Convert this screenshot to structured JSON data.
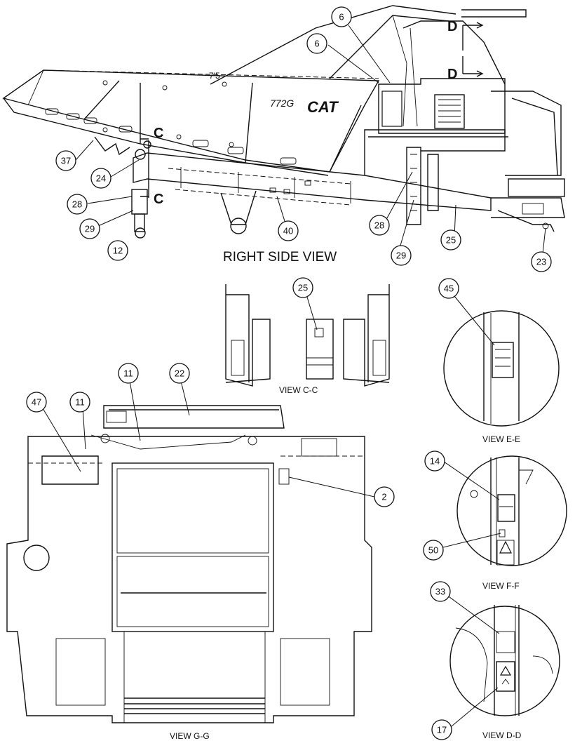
{
  "views": {
    "right_side": "RIGHT SIDE VIEW",
    "c_c": "VIEW C-C",
    "e_e": "VIEW E-E",
    "f_f": "VIEW F-F",
    "g_g": "VIEW G-G",
    "d_d": "VIEW D-D"
  },
  "truck": {
    "model": "772G",
    "brand": "CAT",
    "body_mark": "7'5"
  },
  "section_marks": {
    "c_upper": "C",
    "c_lower": "C",
    "d_upper": "D",
    "d_lower": "D"
  },
  "callouts": {
    "right_side": [
      "6",
      "6",
      "37",
      "24",
      "28",
      "29",
      "12",
      "40",
      "28",
      "29",
      "25",
      "23"
    ],
    "c_c": [
      "25"
    ],
    "e_e": [
      "45"
    ],
    "g_g": [
      "47",
      "11",
      "11",
      "22",
      "2"
    ],
    "f_f": [
      "14",
      "50"
    ],
    "d_d": [
      "33",
      "17"
    ]
  }
}
